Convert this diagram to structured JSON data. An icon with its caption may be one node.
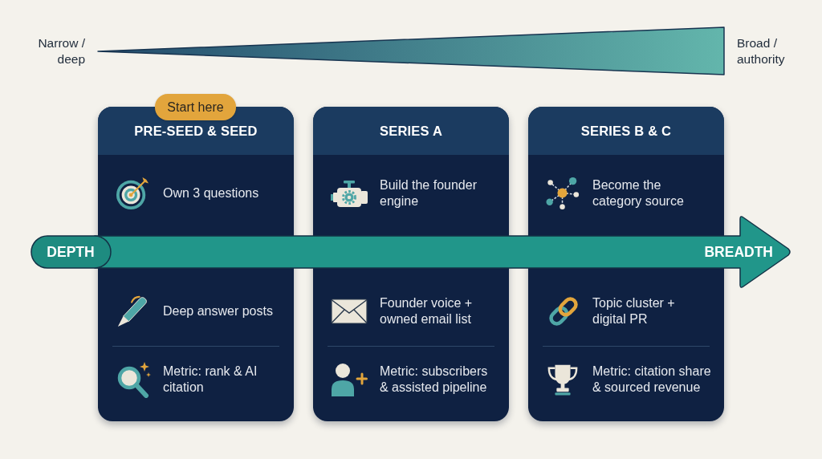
{
  "diagram": {
    "nodes": [
      {
        "text": [],
        "shape": "triangle",
        "beside": [
          "Narrow / deep",
          "Broad / authority"
        ]
      },
      {
        "text": [
          "Start here"
        ]
      },
      {
        "text": [
          "PRE-SEED & SEED",
          "Own 3 questions",
          "Deep answer posts",
          "Metric: rank & AI citation"
        ]
      },
      {
        "text": [
          "SERIES A",
          "Build the founder engine",
          "Founder voice + owned email list",
          "Metric: subscribers & assisted pipeline"
        ]
      },
      {
        "text": [
          "SERIES B & C",
          "Become the category source",
          "Topic cluster + digital PR",
          "Metric: citation share & sourced revenue"
        ]
      },
      {
        "text": [
          "DEPTH",
          "BREADTH"
        ]
      }
    ]
  }
}
